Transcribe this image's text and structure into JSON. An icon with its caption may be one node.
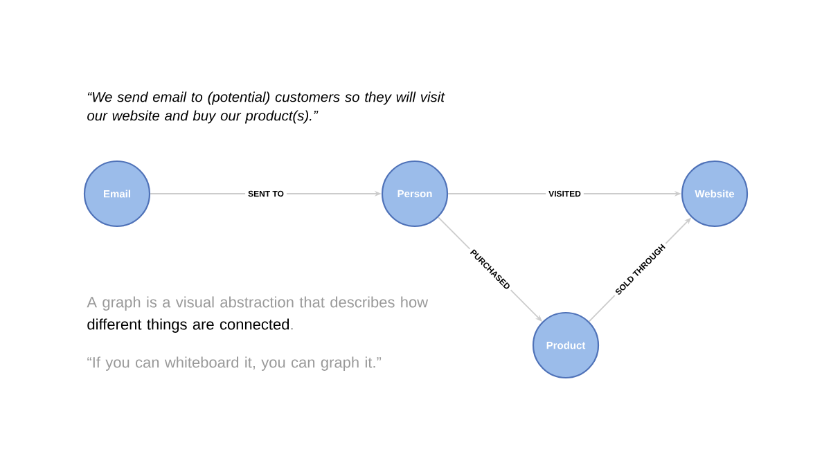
{
  "diagram": {
    "nodes": [
      {
        "text": [
          "Email"
        ]
      },
      {
        "text": [
          "Person"
        ]
      },
      {
        "text": [
          "Website"
        ]
      },
      {
        "text": [
          "Product"
        ]
      }
    ],
    "edges": [
      {
        "from": 0,
        "to": 1,
        "arrow": "to",
        "label": "SENT TO"
      },
      {
        "from": 1,
        "to": 2,
        "arrow": "to",
        "label": "VISITED"
      },
      {
        "from": 1,
        "to": 3,
        "arrow": "to",
        "label": "PURCHASED"
      },
      {
        "from": 3,
        "to": 2,
        "arrow": "to",
        "label": "SOLD THROUGH"
      }
    ],
    "labels": [
      "“We send email to (potential) customers so they will visit our website and buy our product(s).”",
      "A graph is a visual abstraction that describes how **different things are connected**.",
      "“If you can whiteboard it, you can graph it.”"
    ]
  }
}
